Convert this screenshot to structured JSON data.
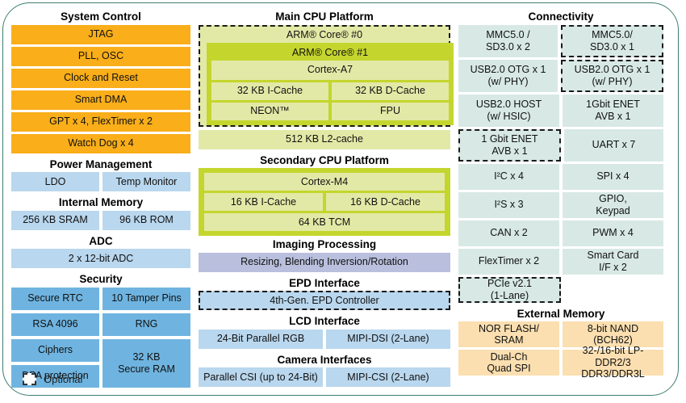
{
  "diagram": {
    "legend": {
      "label": "Optional",
      "swatch": "dashed-box-icon"
    },
    "colors": {
      "border": "#3c7d72",
      "orange": "#f9ae1a",
      "blue_light": "#b9d7ee",
      "blue_medium": "#6fb4e0",
      "green_bright": "#c4d62d",
      "green_pale": "#e2e9a6",
      "purple": "#b9bfdd",
      "teal": "#d8e9e5",
      "peach": "#fbdfb0"
    }
  },
  "system_control": {
    "title": "System Control",
    "items": [
      "JTAG",
      "PLL, OSC",
      "Clock and Reset",
      "Smart DMA",
      "GPT x 4, FlexTimer x 2",
      "Watch Dog x 4"
    ]
  },
  "power_management": {
    "title": "Power Management",
    "items": [
      "LDO",
      "Temp Monitor"
    ]
  },
  "internal_memory": {
    "title": "Internal Memory",
    "items": [
      "256 KB SRAM",
      "96 KB ROM"
    ]
  },
  "adc": {
    "title": "ADC",
    "items": [
      "2 x 12-bit ADC"
    ]
  },
  "security": {
    "title": "Security",
    "items": [
      "Secure RTC",
      "10 Tamper Pins",
      "RSA 4096",
      "RNG",
      "Ciphers",
      "32 KB\nSecure RAM",
      "DPA protection"
    ]
  },
  "main_cpu": {
    "title": "Main CPU Platform",
    "core0": "ARM® Core® #0",
    "core1": "ARM® Core® #1",
    "cortex": "Cortex-A7",
    "caches": [
      "32 KB I-Cache",
      "32 KB D-Cache"
    ],
    "units": [
      "NEON™",
      "FPU"
    ],
    "l2": "512 KB L2-cache"
  },
  "secondary_cpu": {
    "title": "Secondary CPU Platform",
    "cortex": "Cortex-M4",
    "caches": [
      "16 KB I-Cache",
      "16 KB D-Cache"
    ],
    "tcm": "64 KB TCM"
  },
  "imaging": {
    "title": "Imaging Processing",
    "items": [
      "Resizing, Blending Inversion/Rotation"
    ]
  },
  "epd": {
    "title": "EPD Interface",
    "items": [
      "4th-Gen. EPD Controller"
    ]
  },
  "lcd": {
    "title": "LCD Interface",
    "items": [
      "24-Bit Parallel RGB",
      "MIPI-DSI (2-Lane)"
    ]
  },
  "camera": {
    "title": "Camera Interfaces",
    "items": [
      "Parallel CSI (up to 24-Bit)",
      "MIPI-CSI (2-Lane)"
    ]
  },
  "connectivity": {
    "title": "Connectivity",
    "rows": [
      {
        "left": "MMC5.0 /\nSD3.0 x 2",
        "left_optional": false,
        "right": "MMC5.0/\nSD3.0 x 1",
        "right_optional": true
      },
      {
        "left": "USB2.0 OTG x 1\n(w/ PHY)",
        "left_optional": false,
        "right": "USB2.0 OTG x 1\n(w/ PHY)",
        "right_optional": true
      },
      {
        "left": "USB2.0 HOST\n(w/ HSIC)",
        "left_optional": false,
        "right": "1Gbit ENET\nAVB x 1",
        "right_optional": false
      },
      {
        "left": "1 Gbit ENET\nAVB x 1",
        "left_optional": true,
        "right": "UART x 7",
        "right_optional": false
      },
      {
        "left": "I²C x 4",
        "left_optional": false,
        "right": "SPI x 4",
        "right_optional": false
      },
      {
        "left": "I²S x 3",
        "left_optional": false,
        "right": "GPIO,\nKeypad",
        "right_optional": false
      },
      {
        "left": "CAN x 2",
        "left_optional": false,
        "right": "PWM x 4",
        "right_optional": false
      },
      {
        "left": "FlexTimer x 2",
        "left_optional": false,
        "right": "Smart Card\nI/F x 2",
        "right_optional": false
      },
      {
        "left": "PCIe v2.1\n(1-Lane)",
        "left_optional": true,
        "right": "",
        "right_optional": false
      }
    ]
  },
  "external_memory": {
    "title": "External Memory",
    "rows": [
      {
        "left": "NOR FLASH/\nSRAM",
        "right": "8-bit NAND\n(BCH62)"
      },
      {
        "left": "Dual-Ch\nQuad SPI",
        "right": "32-/16-bit LP-DDR2/3\nDDR3/DDR3L"
      }
    ]
  }
}
